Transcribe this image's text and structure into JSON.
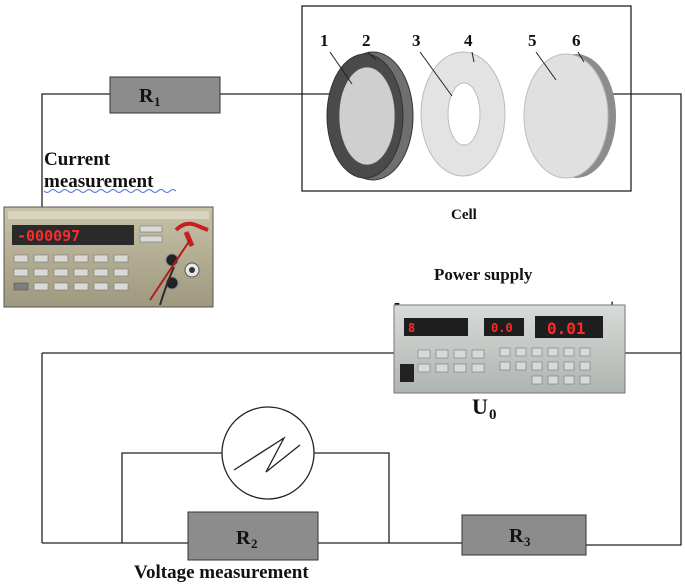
{
  "resistors": {
    "r1": "R",
    "r1_sub": "1",
    "r2": "R",
    "r2_sub": "2",
    "r3": "R",
    "r3_sub": "3"
  },
  "cell": {
    "label": "Cell",
    "parts": [
      "1",
      "2",
      "3",
      "4",
      "5",
      "6"
    ]
  },
  "current_measurement": {
    "line1": "Current",
    "line2": "measurement"
  },
  "multimeter_display": "-000097",
  "power_supply": {
    "label": "Power supply",
    "minus": "-",
    "plus": "+",
    "display_left": "8",
    "display_mid": "0.0",
    "display_right": "0.01",
    "u_label": "U",
    "u_sub": "0"
  },
  "voltage_measurement": {
    "label": "Voltage measurement"
  },
  "colors": {
    "wire": "#222222",
    "resistor": "#8c8c8c",
    "seven_segment": "#ff2a2a"
  }
}
